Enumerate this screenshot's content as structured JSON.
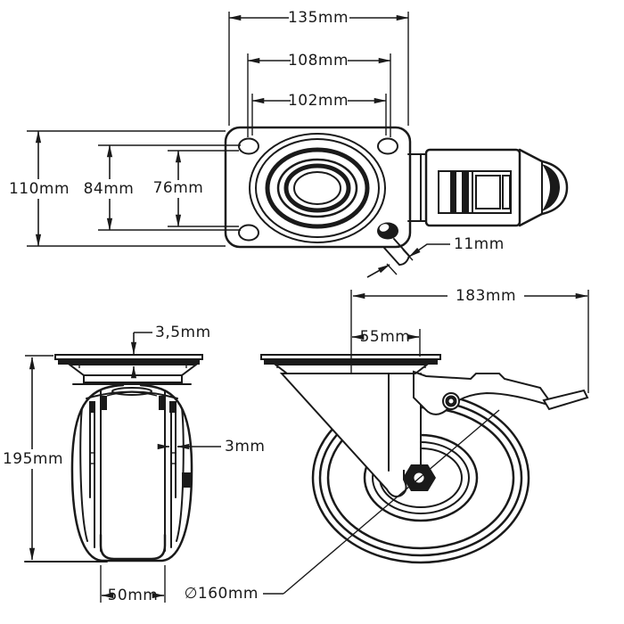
{
  "drawing": {
    "type": "technical-dimension-drawing",
    "subject": "Swivel caster wheel with brake - three orthographic views with dimensions",
    "background_color": "#ffffff",
    "line_color": "#1a1a1a"
  },
  "labels": {
    "plate_width": "135mm",
    "hole_span_h_outer": "108mm",
    "hole_span_h_inner": "102mm",
    "plate_depth": "110mm",
    "hole_span_v_outer": "84mm",
    "hole_span_v_inner": "76mm",
    "hole_diameter": "11mm",
    "plate_thickness": "3,5mm",
    "overall_height": "195mm",
    "fork_thickness": "3mm",
    "wheel_width": "50mm",
    "overall_length": "183mm",
    "swivel_offset": "55mm",
    "wheel_diameter": "∅160mm"
  }
}
